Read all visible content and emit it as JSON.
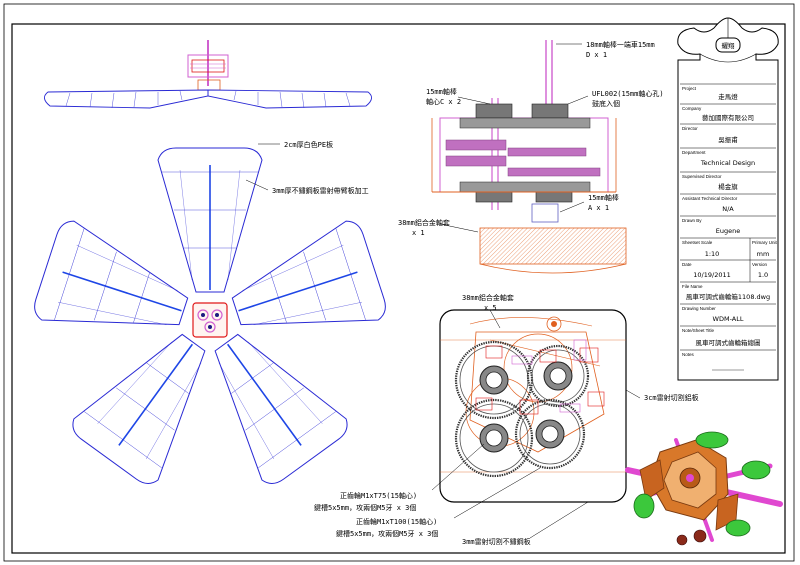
{
  "annotations": {
    "top_shaft": "18mm軸棒一端車15mm",
    "top_shaft_qty": "D x 1",
    "shaft15_left": "15mm軸棒",
    "shaft15_left_qty": "軸心C x 2",
    "bearing": "UFL002(15mm軸心孔)",
    "bearing_qty": "鼓底入個",
    "plate_white": "2cm厚白色PE板",
    "arm_plate": "3mm厚不鏽鋼板雷射帶臂板加工",
    "shaft15_lower": "15mm軸棒",
    "shaft15_lower_qty": "A x 1",
    "sleeve_38": "38mm鋁合金軸套",
    "sleeve_38_qty": "x 1",
    "sleeve_38b": "38mm鋁合金軸套",
    "sleeve_38b_qty": "x 5",
    "laser_plate": "3cm雷射切割鋁板",
    "gear1": "正齒輪M1xT75(15軸心)",
    "gear1_note": "鍵槽5x5mm，攻兩個M5牙 x 3個",
    "gear2": "正齒輪M1xT100(15軸心)",
    "gear2_note": "鍵槽5x5mm，攻兩個M5牙 x 3個",
    "bottom_plate": "3mm雷射切割不鏽鋼板"
  },
  "title_block": {
    "logo_text": "耀翔",
    "project_label": "Project",
    "project": "走馬燈",
    "company_label": "Company",
    "company": "藝加國際有限公司",
    "director_label": "Director",
    "director": "吳振甫",
    "department_label": "Department",
    "department": "Technical Design",
    "supervised_label": "Supervised Director",
    "supervised": "楊金旗",
    "assistant_label": "Assistant  Technical  Director",
    "assistant": "N/A",
    "drawn_label": "Drawn By",
    "drawn": "Eugene",
    "sheet_label": "Sheetset  Scale",
    "scale": "1:10",
    "primary_label": "Primary  Unit",
    "unit": "mm",
    "date_label": "Date",
    "date": "10/19/2011",
    "version_label": "Version",
    "version": "1.0",
    "file_label": "File  Name",
    "file": "風車可調式齒輪箱1108.dwg",
    "drawing_label": "Drawing  Number",
    "drawing": "WDM-ALL",
    "sheet_title_label": "Note/Sheet Title",
    "sheet_title": "風車可調式齒輪箱總圖",
    "notes_label": "Notes"
  },
  "colors": {
    "frame": "#000000",
    "blade_outline": "#2a2ad4",
    "blade_center": "#1e46e6",
    "hub_red": "#e01818",
    "gear_gray": "#6e6e6e",
    "gearbox_pink": "#d060d0",
    "plate_orange": "#e06020",
    "render_orange": "#d8782a",
    "render_green": "#3cc83c",
    "render_pink": "#e048d0"
  }
}
